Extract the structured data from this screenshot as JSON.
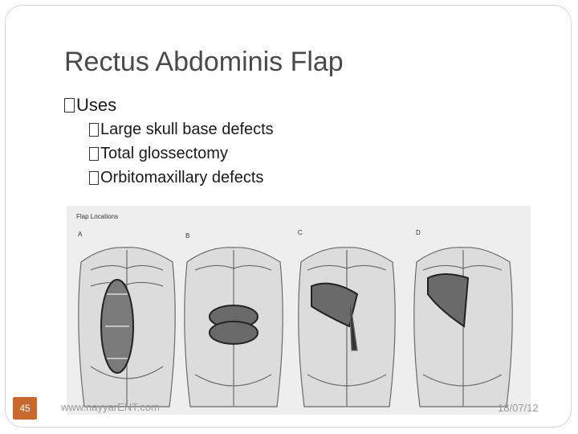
{
  "slide": {
    "title": "Rectus Abdominis Flap",
    "bullets": [
      {
        "text": "Uses"
      }
    ],
    "sub_bullets": [
      {
        "text": "Large skull base defects"
      },
      {
        "text": "Total glossectomy"
      },
      {
        "text": "Orbitomaxillary defects"
      }
    ]
  },
  "figure": {
    "heading": "Flap Locations",
    "panels": [
      "A",
      "B",
      "C",
      "D"
    ]
  },
  "footer": {
    "page_number": "45",
    "website": "www.nayyarENT.com",
    "date": "18/07/12"
  },
  "colors": {
    "page_badge": "#c8682b",
    "title": "#4a4a4a"
  }
}
